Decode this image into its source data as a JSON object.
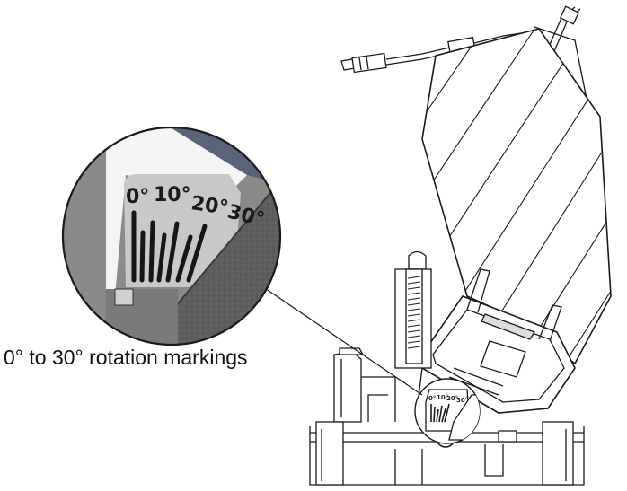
{
  "caption": "0° to 30° rotation markings",
  "zoom_labels": [
    "0°",
    "10°",
    "20°",
    "30°"
  ],
  "small_labels": [
    "0°",
    "10°",
    "20°",
    "30°"
  ],
  "colors": {
    "line": "#1a1a1a",
    "zoom_grey": "#8a8a8a",
    "zoom_dark": "#555555",
    "zoom_light": "#c8c8c8",
    "zoom_blue": "#5a6478"
  }
}
